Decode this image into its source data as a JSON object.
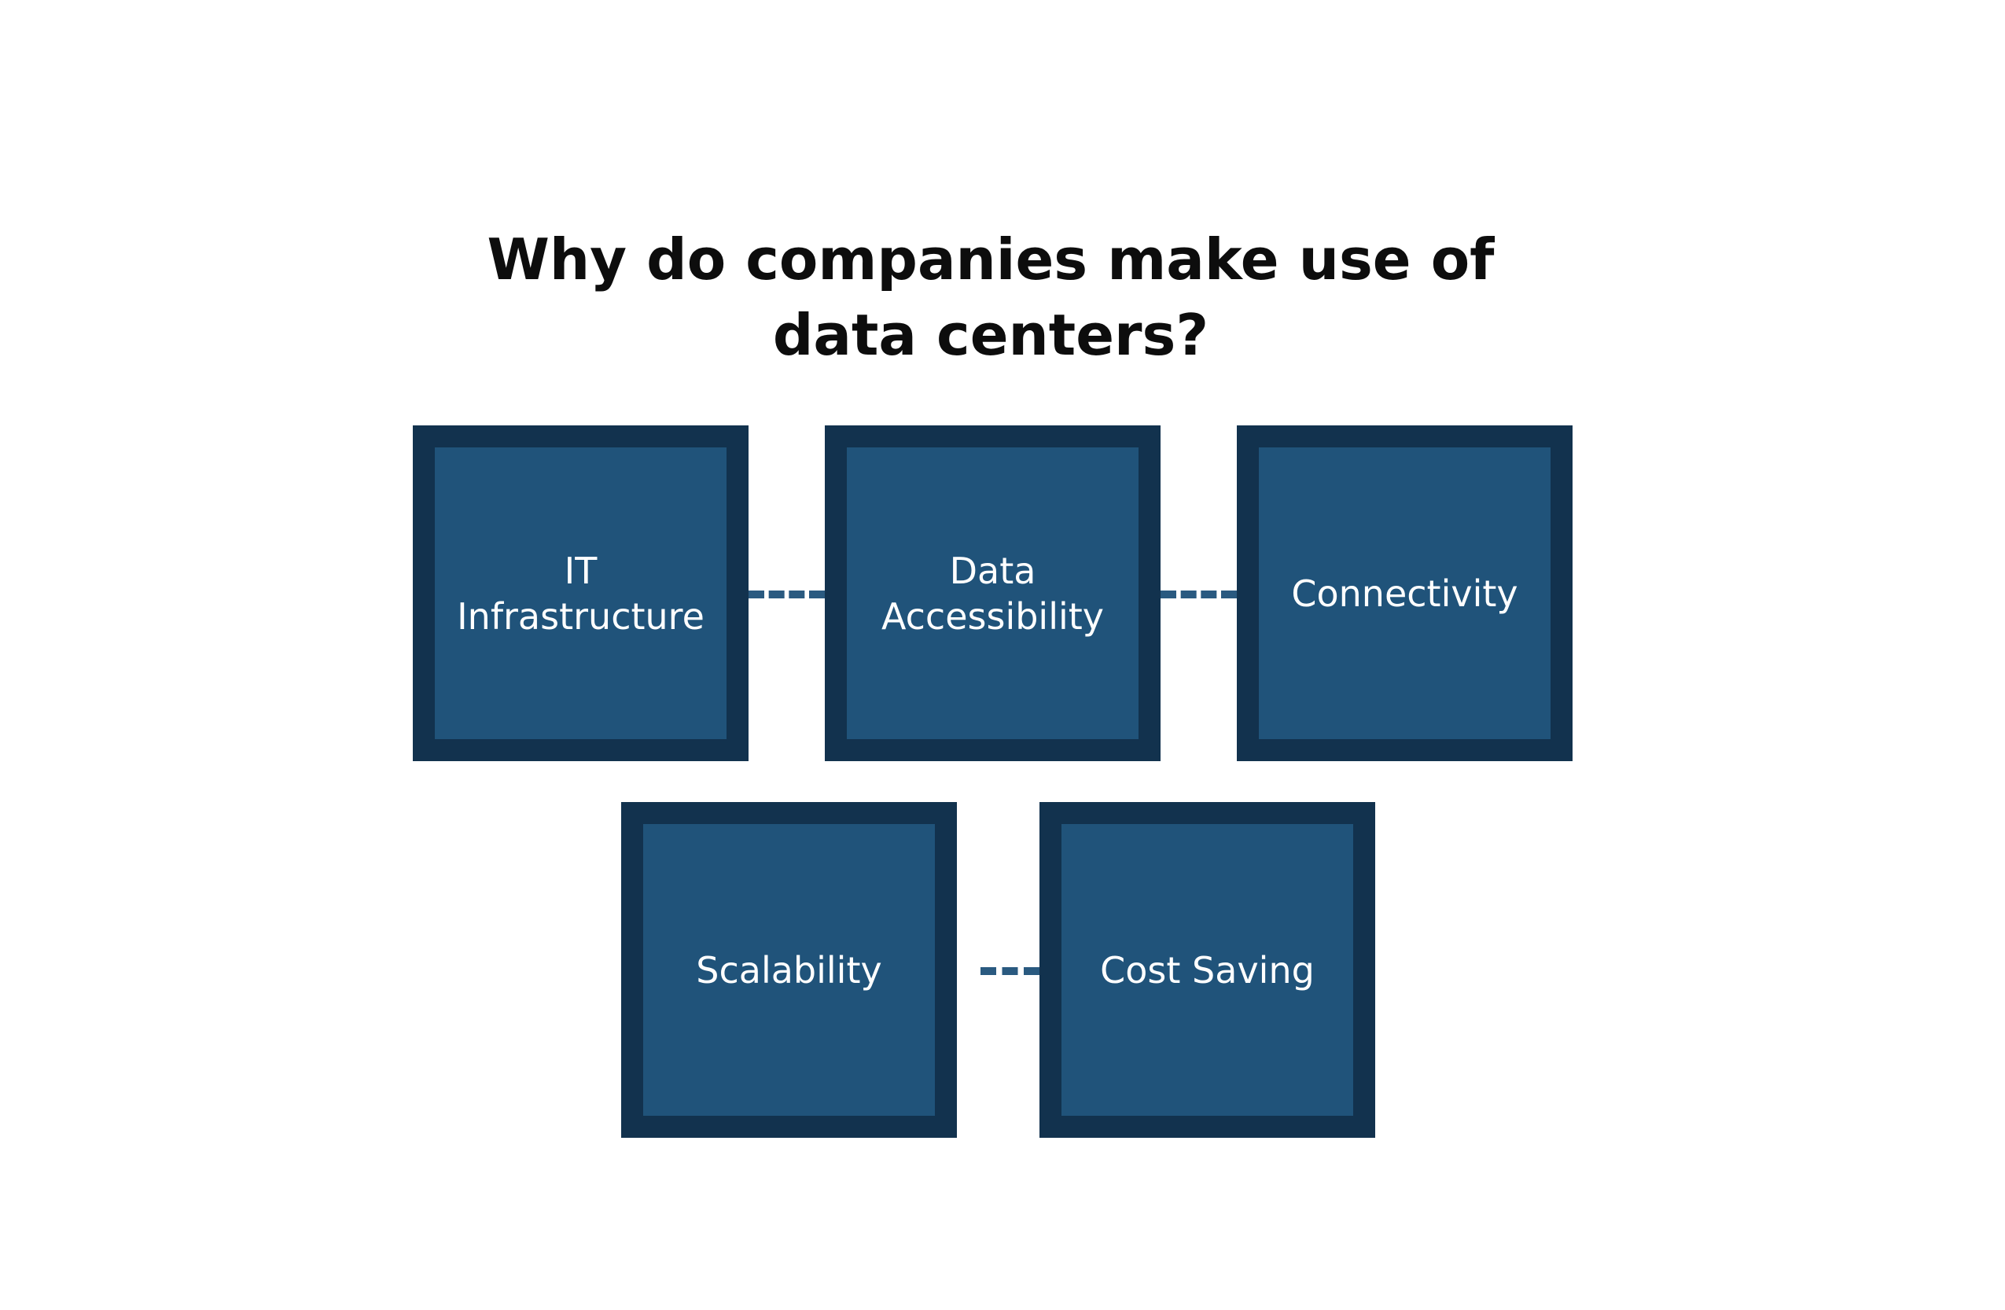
{
  "title": {
    "line1": "Why do companies make use of",
    "line2": "data centers?"
  },
  "boxes": {
    "it_infrastructure": "IT\nInfrastructure",
    "data_accessibility": "Data\nAccessibility",
    "connectivity": "Connectivity",
    "scalability": "Scalability",
    "cost_saving": "Cost Saving"
  },
  "colors": {
    "box_fill": "#20537a",
    "box_border": "#12324e",
    "connector": "#2a5a80",
    "title_text": "#0d0d0d",
    "box_text": "#ffffff"
  }
}
